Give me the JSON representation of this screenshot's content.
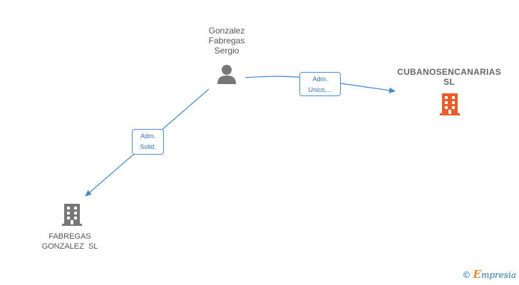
{
  "nodes": {
    "person": {
      "line1": "Gonzalez",
      "line2": "Fabregas",
      "line3": "Sergio",
      "icon": "person-icon"
    },
    "company_main": {
      "line1": "CUBANOSENCANARIAS",
      "line2": "SL",
      "icon": "building-icon",
      "color": "#f05a28"
    },
    "company_sub": {
      "line1": "FABREGAS",
      "line2": "GONZALEZ  SL",
      "icon": "building-icon",
      "color": "#777777"
    }
  },
  "edges": [
    {
      "from": "person",
      "to": "company_main",
      "label_line1": "Adm.",
      "label_line2": "Unico,..."
    },
    {
      "from": "person",
      "to": "company_sub",
      "label_line1": "Adm.",
      "label_line2": "Solid."
    }
  ],
  "colors": {
    "edge": "#3d87d6",
    "label_border": "#4a90d9",
    "person_icon": "#777777"
  },
  "brand": {
    "copyright": "©",
    "initial": "E",
    "rest": "mpresia"
  }
}
